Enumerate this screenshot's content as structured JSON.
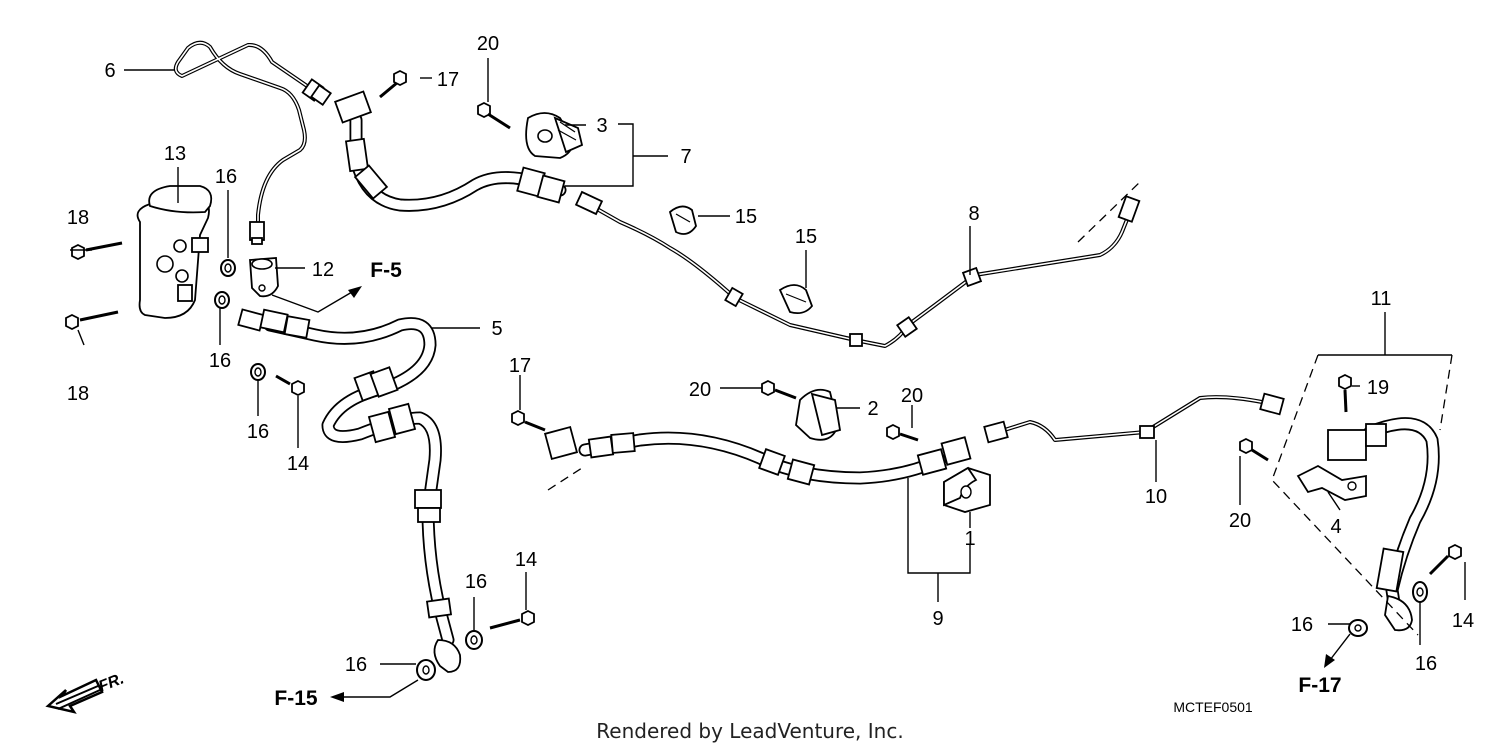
{
  "diagram": {
    "part_numbers": {
      "p1": "1",
      "p2": "2",
      "p3": "3",
      "p4": "4",
      "p5": "5",
      "p6": "6",
      "p7": "7",
      "p8": "8",
      "p9": "9",
      "p10": "10",
      "p11": "11",
      "p12": "12",
      "p13": "13",
      "p14": "14",
      "p15": "15",
      "p16": "16",
      "p17": "17",
      "p18": "18",
      "p19": "19",
      "p20": "20"
    },
    "references": {
      "f5": "F-5",
      "f15": "F-15",
      "f17": "F-17"
    },
    "direction_label": "FR.",
    "drawing_code": "MCTEF0501",
    "credit": "Rendered by LeadVenture, Inc."
  }
}
